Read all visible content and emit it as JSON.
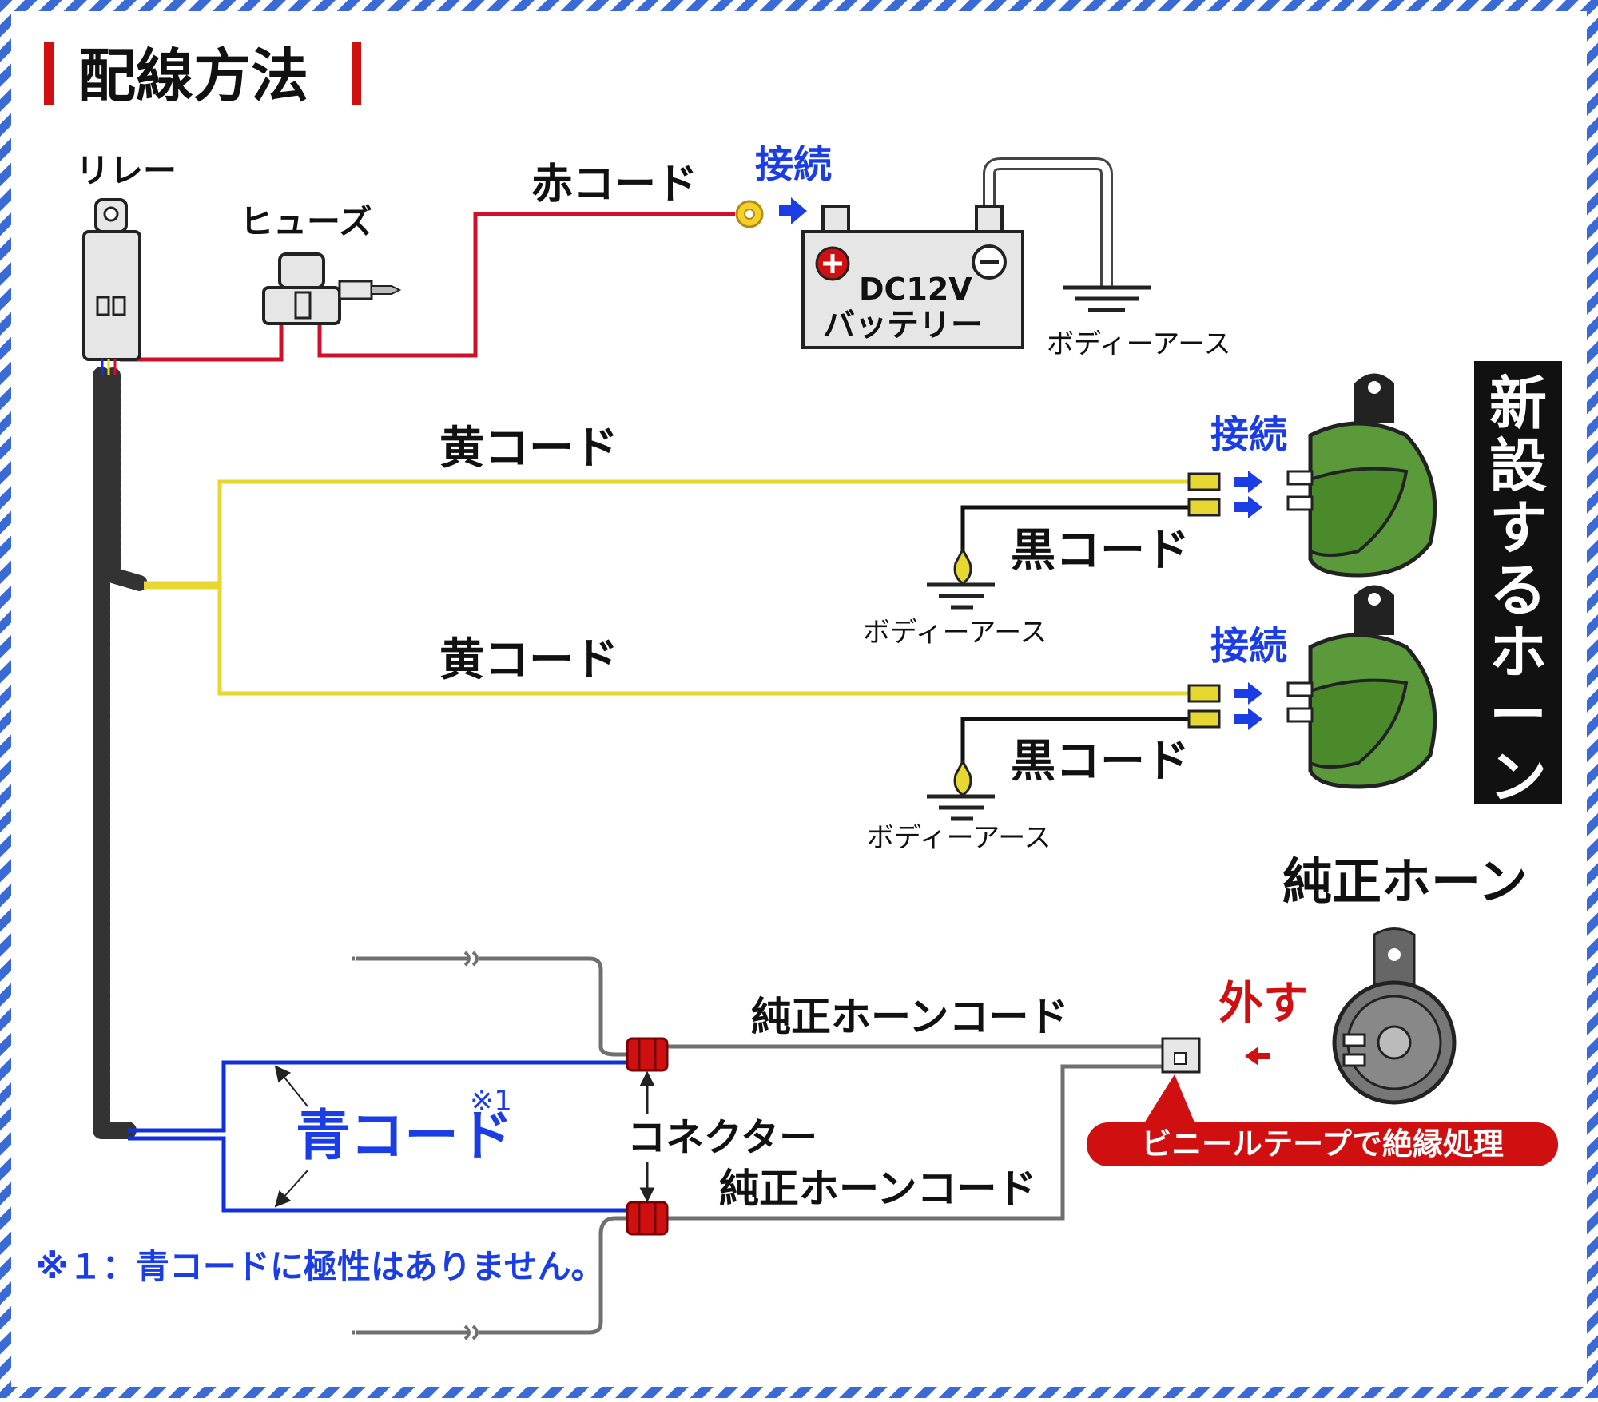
{
  "title": "配線方法",
  "labels": {
    "relay": "リレー",
    "fuse": "ヒューズ",
    "red_cord": "赤コード",
    "connect": "接続",
    "battery_voltage": "DC12V",
    "battery": "バッテリー",
    "body_earth": "ボディーアース",
    "yellow_cord": "黄コード",
    "black_cord": "黒コード",
    "new_horn": "新設するホーン",
    "oem_horn": "純正ホーン",
    "remove": "外す",
    "oem_horn_cord": "純正ホーンコード",
    "blue_cord": "青コード",
    "note_mark": "※1",
    "connector": "コネクター",
    "insulate": "ビニールテープで絶縁処理",
    "footnote": "※１：青コードに極性はありません。"
  },
  "colors": {
    "red_wire": "#d0102a",
    "yellow_wire": "#e6d830",
    "blue_wire": "#1030e0",
    "gray_wire": "#707070",
    "horn_green": "#5a9a3a",
    "accent_blue": "#1a3de6",
    "accent_red": "#d01010",
    "border_stripe": "#3a6ad6"
  },
  "icons": {
    "relay": "relay-icon",
    "fuse": "fuse-icon",
    "battery": "battery-icon",
    "ground": "ground-icon",
    "horn": "horn-icon",
    "connector": "connector-icon"
  }
}
